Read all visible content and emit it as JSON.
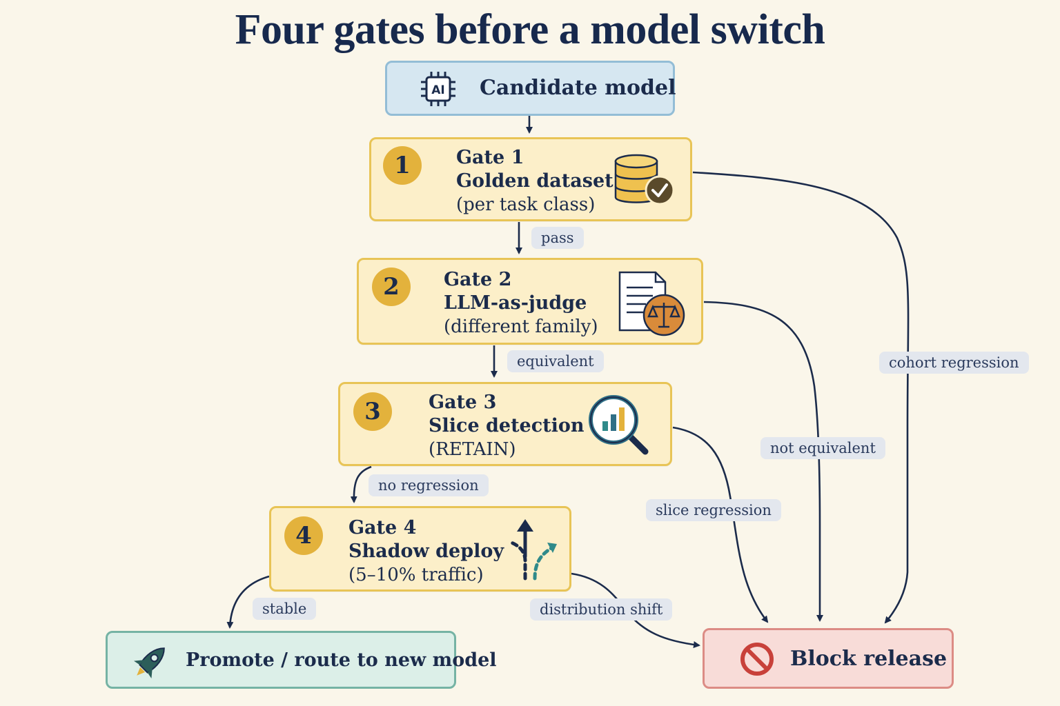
{
  "title": "Four gates before a model switch",
  "candidate": {
    "label": "Candidate model",
    "chip_text": "AI"
  },
  "gates": [
    {
      "number": "1",
      "title": "Gate 1",
      "name": "Golden dataset",
      "sub": "(per task class)"
    },
    {
      "number": "2",
      "title": "Gate 2",
      "name": "LLM-as-judge",
      "sub": "(different family)"
    },
    {
      "number": "3",
      "title": "Gate 3",
      "name": "Slice detection",
      "sub": "(RETAIN)"
    },
    {
      "number": "4",
      "title": "Gate 4",
      "name": "Shadow deploy",
      "sub": "(5–10% traffic)"
    }
  ],
  "promote": {
    "label": "Promote / route to new model"
  },
  "block": {
    "label": "Block release"
  },
  "edges": {
    "pass": "pass",
    "equivalent": "equivalent",
    "no_regression": "no regression",
    "stable": "stable",
    "cohort_regression": "cohort regression",
    "not_equivalent": "not equivalent",
    "slice_regression": "slice regression",
    "distribution_shift": "distribution shift"
  },
  "colors": {
    "navy": "#1b2b4b",
    "gate_fill": "#fcefc9",
    "gate_border": "#e8c456",
    "badge": "#e3b23c",
    "candidate_fill": "#d6e7f1",
    "promote_fill": "#dcefe8",
    "block_fill": "#f8dcd8",
    "block_icon": "#c8413a"
  }
}
